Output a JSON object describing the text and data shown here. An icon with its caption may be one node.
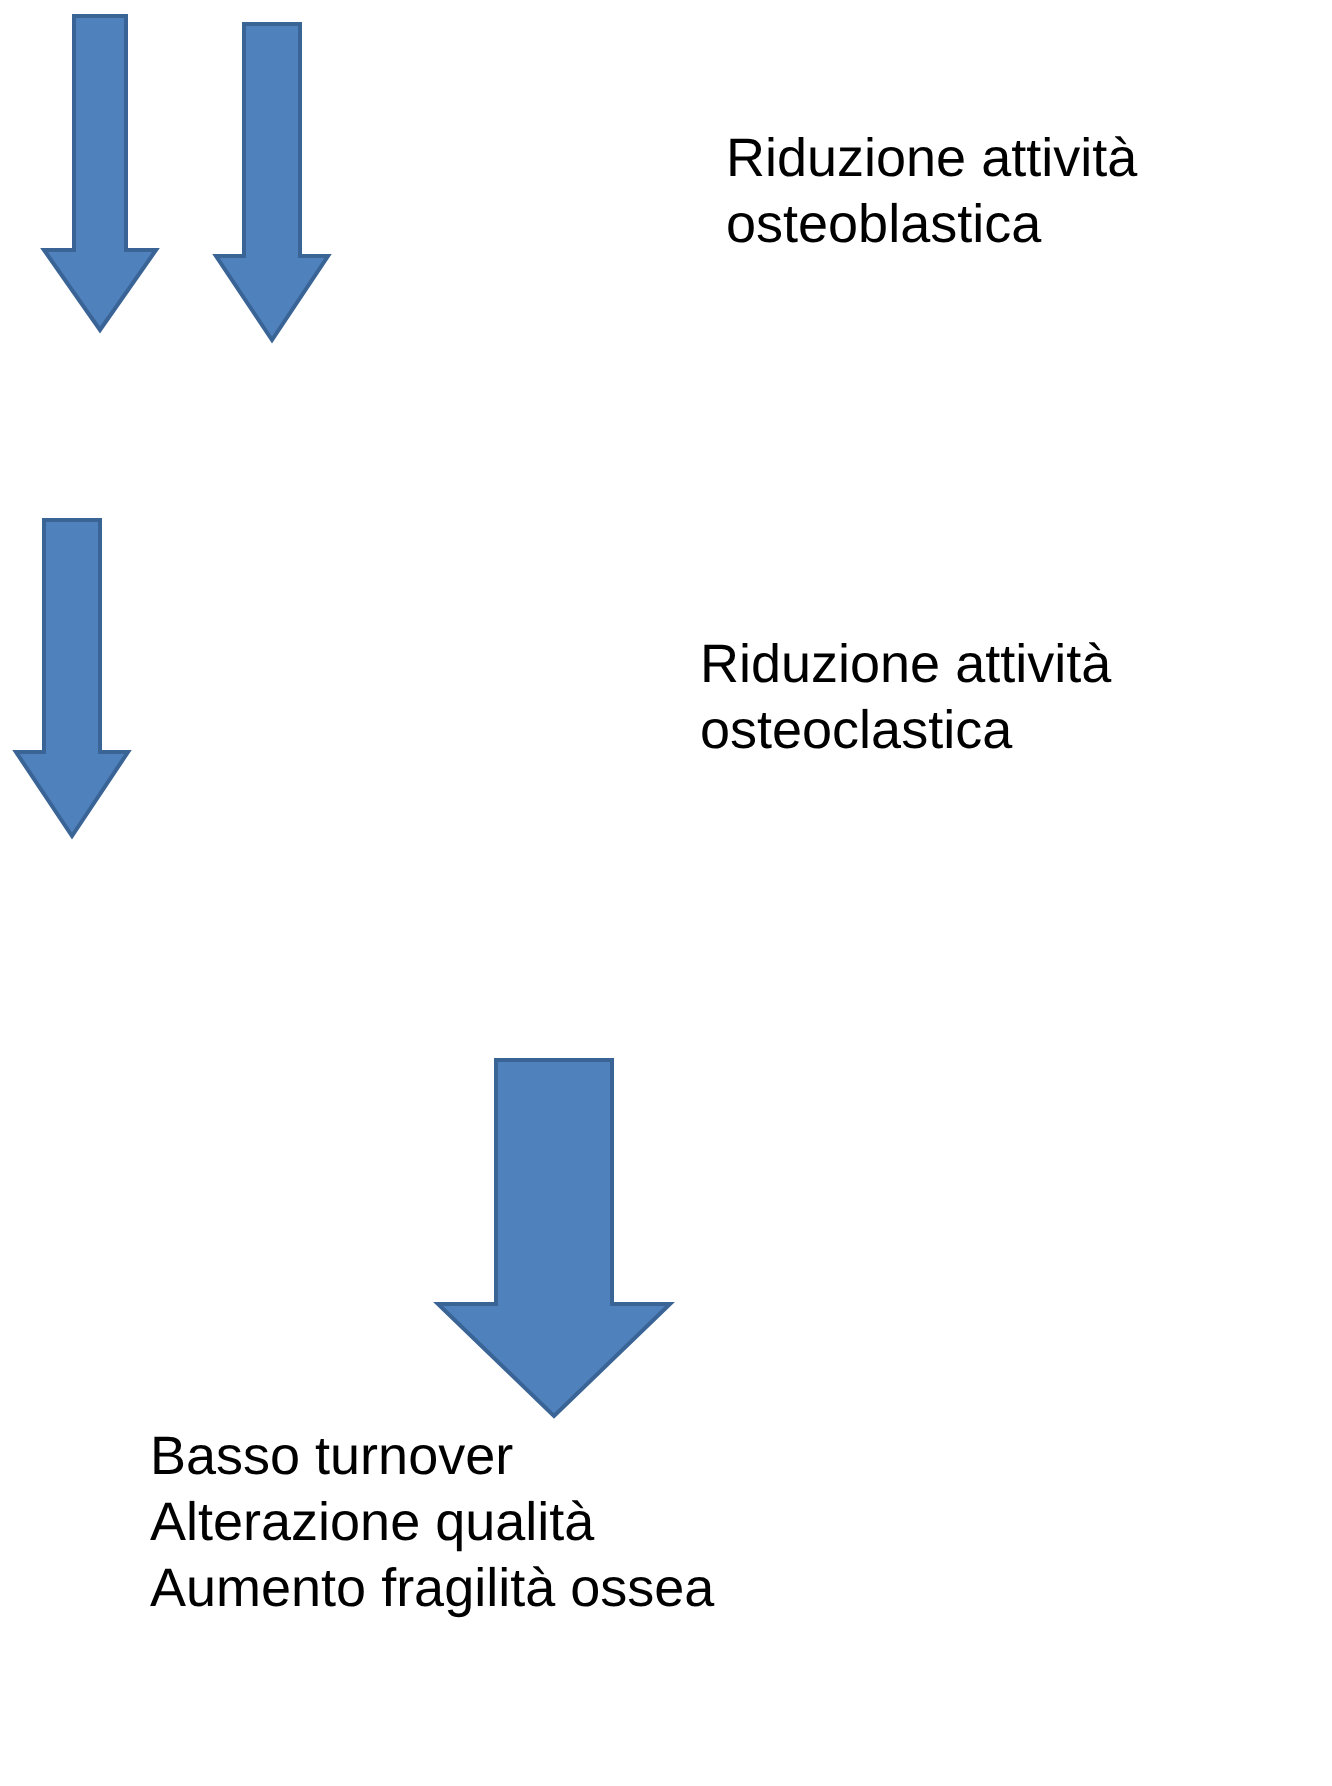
{
  "diagram": {
    "nodes": [
      {
        "text": [
          "Riduzione attività osteoblastica"
        ]
      },
      {
        "text": [
          "Riduzione attività osteoclastica"
        ]
      },
      {
        "text": [
          "Basso turnover",
          "Alterazione qualità",
          "Aumento fragilità ossea"
        ]
      }
    ],
    "edges": [
      {
        "from": null,
        "to": 2,
        "arrow": "to",
        "style": "thick"
      }
    ]
  }
}
